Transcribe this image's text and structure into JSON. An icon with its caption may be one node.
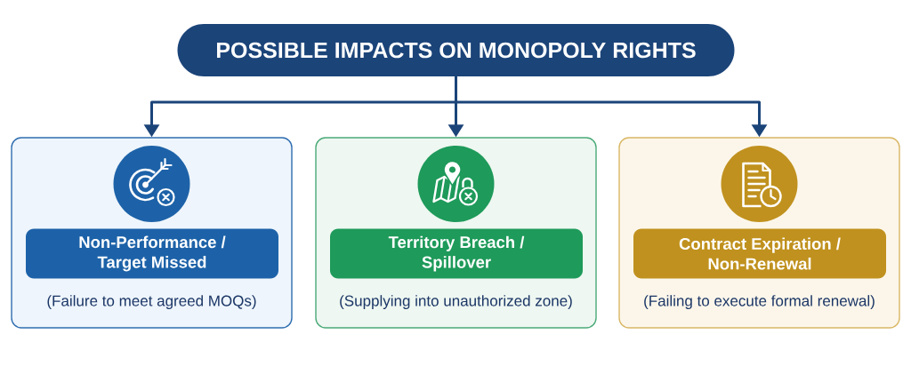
{
  "diagram": {
    "nodes": [
      {
        "text": [
          "POSSIBLE IMPACTS ON MONOPOLY RIGHTS"
        ]
      },
      {
        "text": [
          "(Failure to meet agreed MOQs)"
        ]
      },
      {
        "text": [
          "Non-Performance / Target Missed"
        ],
        "in": 1
      },
      {
        "text": [
          "(Supplying into unauthorized zone)"
        ]
      },
      {
        "text": [
          "Territory Breach / Spillover"
        ],
        "in": 3
      },
      {
        "text": [
          "(Failing to execute formal renewal)"
        ]
      },
      {
        "text": [
          "Contract Expiration / Non-Renewal"
        ],
        "in": 5
      }
    ],
    "edges": [
      {
        "from": 0,
        "to": 1,
        "arrow": "to"
      },
      {
        "from": 0,
        "to": 3,
        "arrow": "to"
      },
      {
        "from": 0,
        "to": 5,
        "arrow": "to"
      }
    ]
  }
}
